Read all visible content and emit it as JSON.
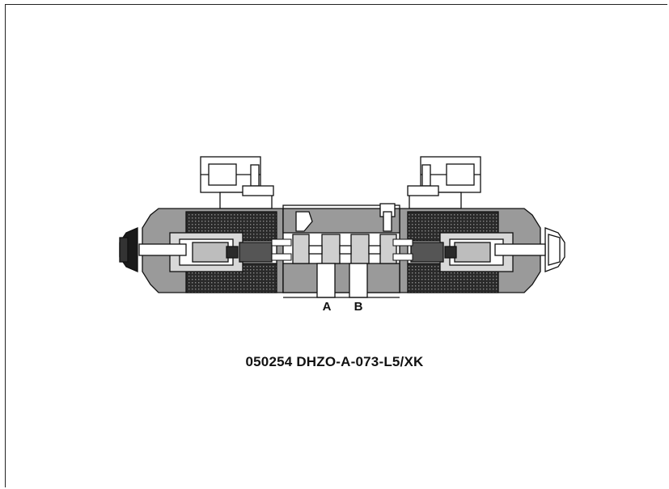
{
  "diagram": {
    "caption": "050254 DHZO-A-073-L5/XK",
    "ports": {
      "a": "A",
      "b": "B"
    },
    "colors": {
      "body": "#9a9a9a",
      "dark": "#3a3a3a",
      "light": "#ffffff",
      "outline": "#111111"
    }
  }
}
